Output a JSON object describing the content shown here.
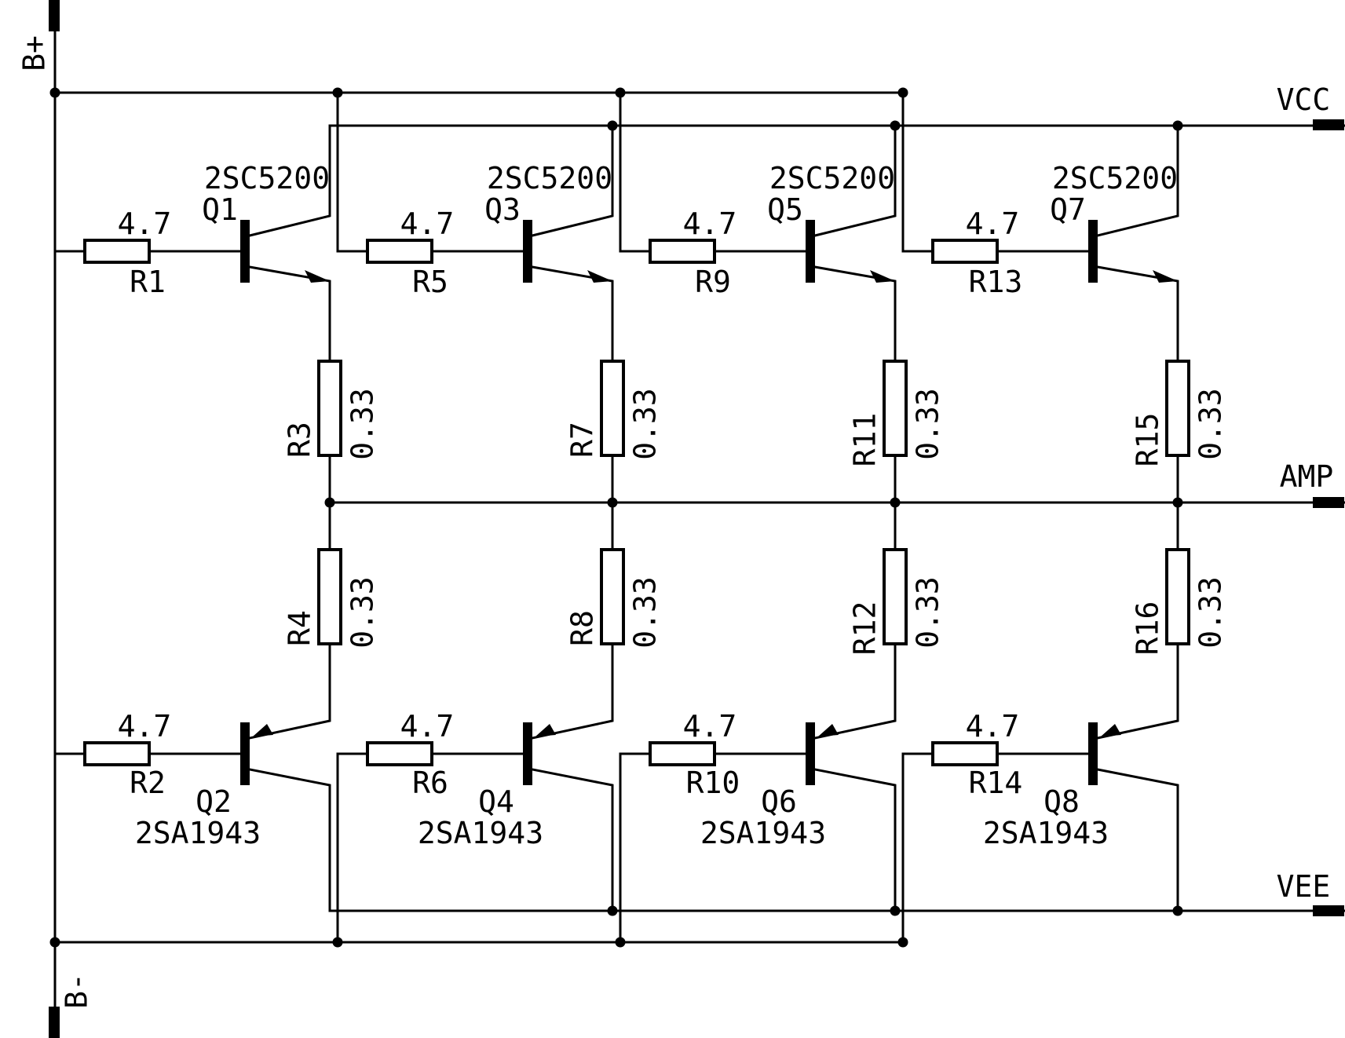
{
  "nets": {
    "b_plus": "B+",
    "b_minus": "B-",
    "vcc": "VCC",
    "amp": "AMP",
    "vee": "VEE"
  },
  "stages": [
    {
      "npn": {
        "ref": "Q1",
        "part": "2SC5200"
      },
      "pnp": {
        "ref": "Q2",
        "part": "2SA1943"
      },
      "base_top": {
        "ref": "R1",
        "value": "4.7"
      },
      "base_bottom": {
        "ref": "R2",
        "value": "4.7"
      },
      "emitter_top": {
        "ref": "R3",
        "value": "0.33"
      },
      "emitter_bottom": {
        "ref": "R4",
        "value": "0.33"
      }
    },
    {
      "npn": {
        "ref": "Q3",
        "part": "2SC5200"
      },
      "pnp": {
        "ref": "Q4",
        "part": "2SA1943"
      },
      "base_top": {
        "ref": "R5",
        "value": "4.7"
      },
      "base_bottom": {
        "ref": "R6",
        "value": "4.7"
      },
      "emitter_top": {
        "ref": "R7",
        "value": "0.33"
      },
      "emitter_bottom": {
        "ref": "R8",
        "value": "0.33"
      }
    },
    {
      "npn": {
        "ref": "Q5",
        "part": "2SC5200"
      },
      "pnp": {
        "ref": "Q6",
        "part": "2SA1943"
      },
      "base_top": {
        "ref": "R9",
        "value": "4.7"
      },
      "base_bottom": {
        "ref": "R10",
        "value": "4.7"
      },
      "emitter_top": {
        "ref": "R11",
        "value": "0.33"
      },
      "emitter_bottom": {
        "ref": "R12",
        "value": "0.33"
      }
    },
    {
      "npn": {
        "ref": "Q7",
        "part": "2SC5200"
      },
      "pnp": {
        "ref": "Q8",
        "part": "2SA1943"
      },
      "base_top": {
        "ref": "R13",
        "value": "4.7"
      },
      "base_bottom": {
        "ref": "R14",
        "value": "4.7"
      },
      "emitter_top": {
        "ref": "R15",
        "value": "0.33"
      },
      "emitter_bottom": {
        "ref": "R16",
        "value": "0.33"
      }
    }
  ]
}
